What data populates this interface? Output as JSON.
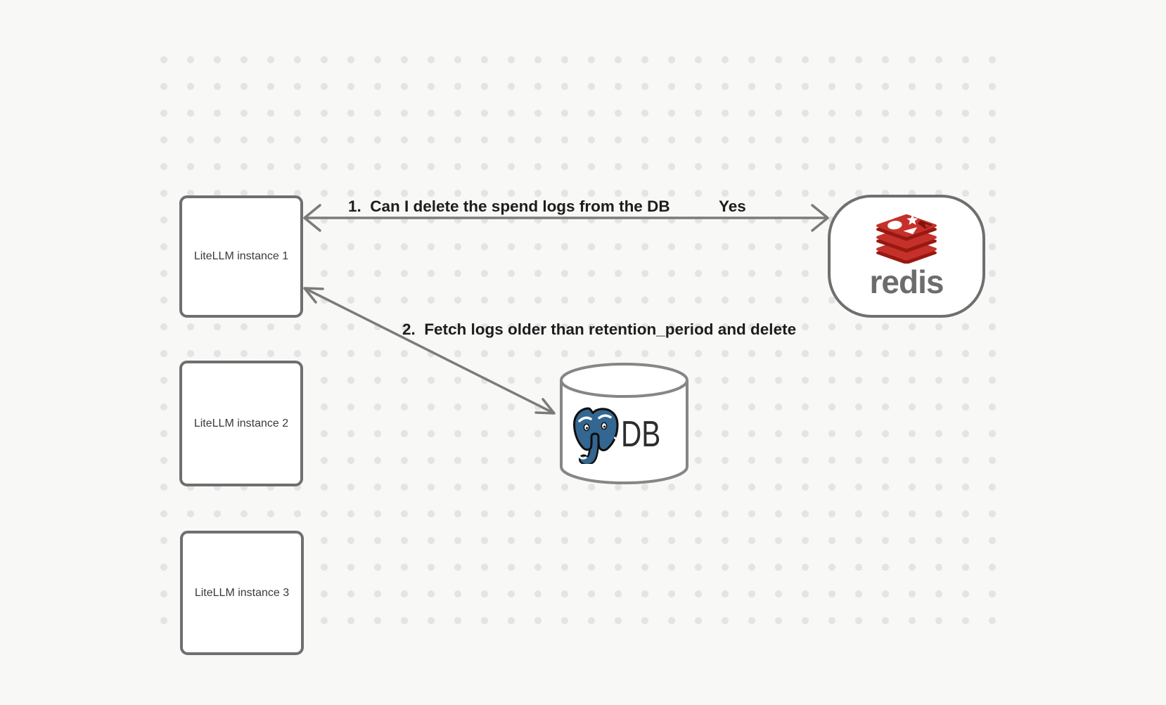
{
  "diagram": {
    "instances": [
      {
        "label": "LiteLLM instance 1"
      },
      {
        "label": "LiteLLM instance 2"
      },
      {
        "label": "LiteLLM instance 3"
      }
    ],
    "redis": {
      "wordmark": "redis"
    },
    "db": {
      "label": "DB"
    },
    "edges": {
      "edge1_label": "1.  Can I delete the spend logs from the DB",
      "edge1_response": "Yes",
      "edge2_label": "2.  Fetch logs older than retention_period and delete"
    },
    "colors": {
      "background": "#f8f8f7",
      "dot": "#e4e4e4",
      "node_border": "#6f6f6f",
      "arrow": "#7b7b7b",
      "label_text": "#1d1d1d",
      "redis_red": "#c6302b",
      "redis_dark_red": "#98190f",
      "redis_wordmark": "#6c6c6c",
      "postgres_blue": "#336791",
      "db_text": "#2d2d2d"
    }
  }
}
